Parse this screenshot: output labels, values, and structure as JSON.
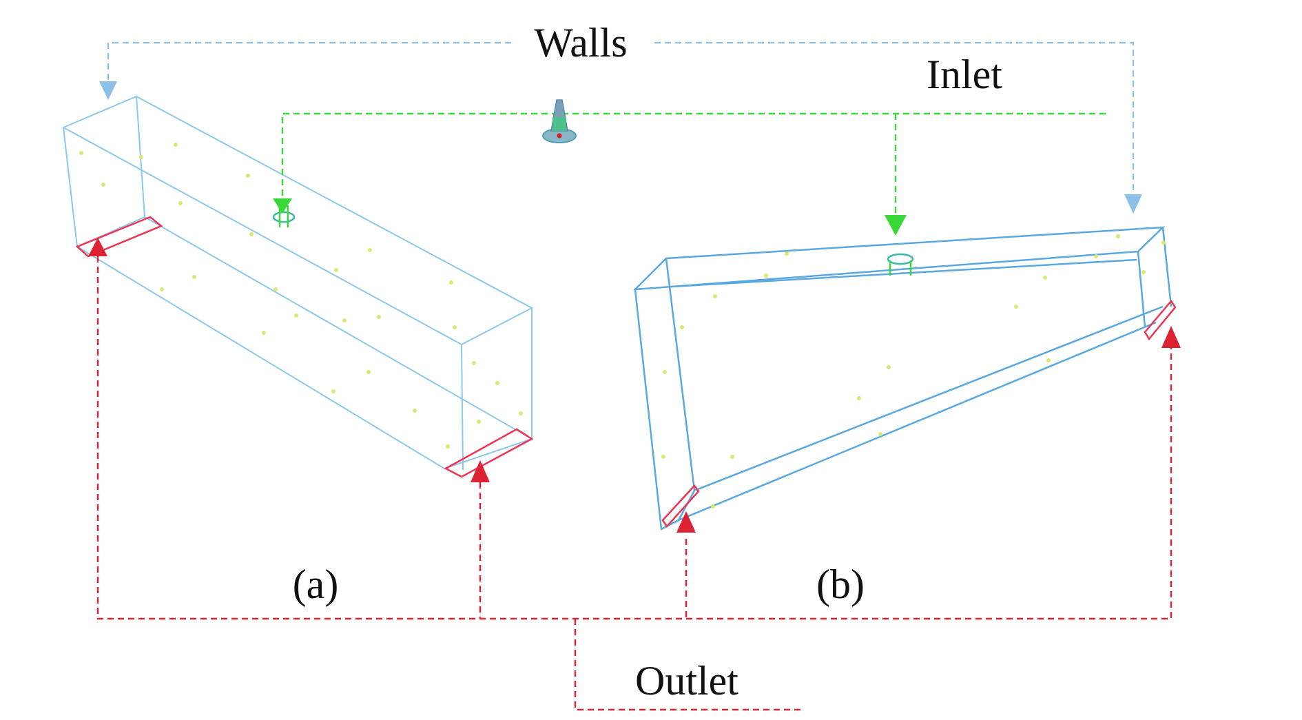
{
  "labels": {
    "walls": "Walls",
    "inlet": "Inlet",
    "outlet": "Outlet",
    "panel_a": "(a)",
    "panel_b": "(b)"
  },
  "colors": {
    "walls": "#8cc0e8",
    "inlet": "#38d838",
    "outlet": "#dd2233"
  },
  "icons": [
    "arrow-down-icon",
    "arrow-up-icon",
    "inlet-nozzle-icon"
  ]
}
